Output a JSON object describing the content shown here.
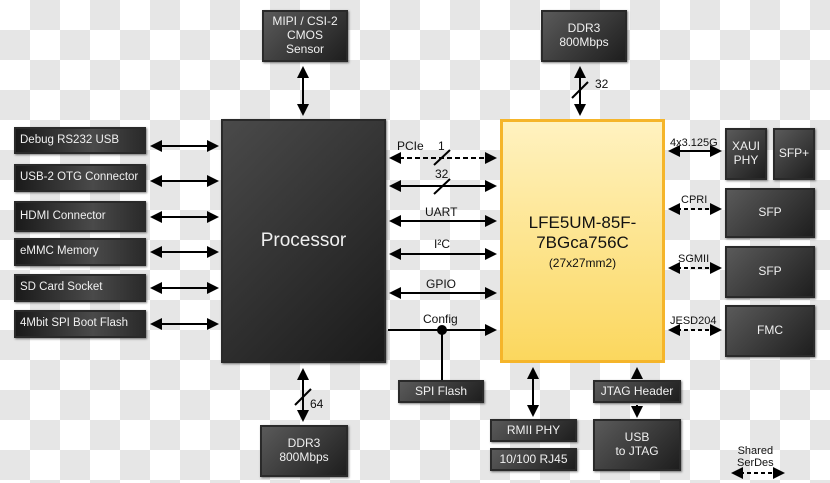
{
  "top": {
    "mipi": [
      "MIPI / CSI-2",
      "CMOS",
      "Sensor"
    ],
    "ddr_top": [
      "DDR3",
      "800Mbps"
    ],
    "ddr_top_width": "32"
  },
  "left": [
    "Debug RS232 USB",
    "USB-2 OTG Connector",
    "HDMI Connector",
    "eMMC Memory",
    "SD Card Socket",
    "4Mbit SPI Boot Flash"
  ],
  "processor": "Processor",
  "fpga": {
    "line1": "LFE5UM-85F-",
    "line2": "7BGca756C",
    "line3": "(27x27mm2)"
  },
  "bus": {
    "pcie": "PCIe",
    "pcie_width": "1",
    "bus_width": "32",
    "uart": "UART",
    "i2c": "I²C",
    "gpio": "GPIO",
    "config": "Config"
  },
  "bottom": {
    "spi_flash": "SPI Flash",
    "ddr_bottom": [
      "DDR3",
      "800Mbps"
    ],
    "ddr_bottom_width": "64",
    "rmii": "RMII PHY",
    "rj45": "10/100 RJ45",
    "jtag_header": "JTAG Header",
    "usb_jtag": [
      "USB",
      "to JTAG"
    ]
  },
  "right": {
    "xaui_label": "4x3.125G",
    "xaui": [
      "XAUI",
      "PHY"
    ],
    "sfp_plus": "SFP+",
    "cpri": "CPRI",
    "sfp1": "SFP",
    "sgmii": "SGMII",
    "sfp2": "SFP",
    "jesd": "JESD204",
    "fmc": "FMC"
  },
  "legend": [
    "Shared",
    "SerDes"
  ]
}
